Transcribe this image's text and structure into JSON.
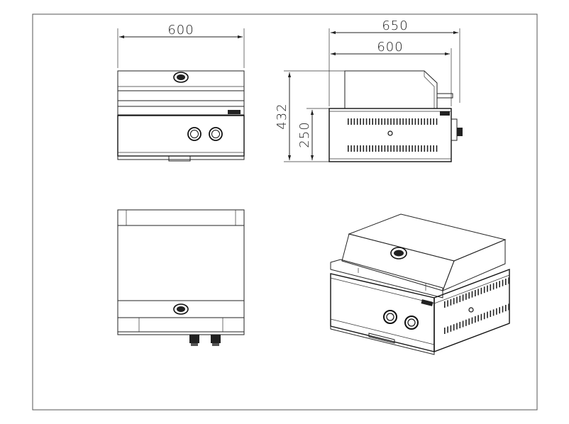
{
  "drawing": {
    "dimensions": {
      "front_width": "600",
      "side_overall_width": "650",
      "side_body_width": "600",
      "overall_height": "432",
      "body_height": "250"
    },
    "views": [
      {
        "id": "front",
        "label": ""
      },
      {
        "id": "side",
        "label": ""
      },
      {
        "id": "top",
        "label": ""
      },
      {
        "id": "isometric",
        "label": ""
      }
    ],
    "colors": {
      "line": "#222222",
      "background": "#ffffff",
      "frame": "#555555"
    },
    "icons": [
      "brand-logo-icon",
      "control-knob-icon",
      "gas-inlet-icon"
    ]
  }
}
